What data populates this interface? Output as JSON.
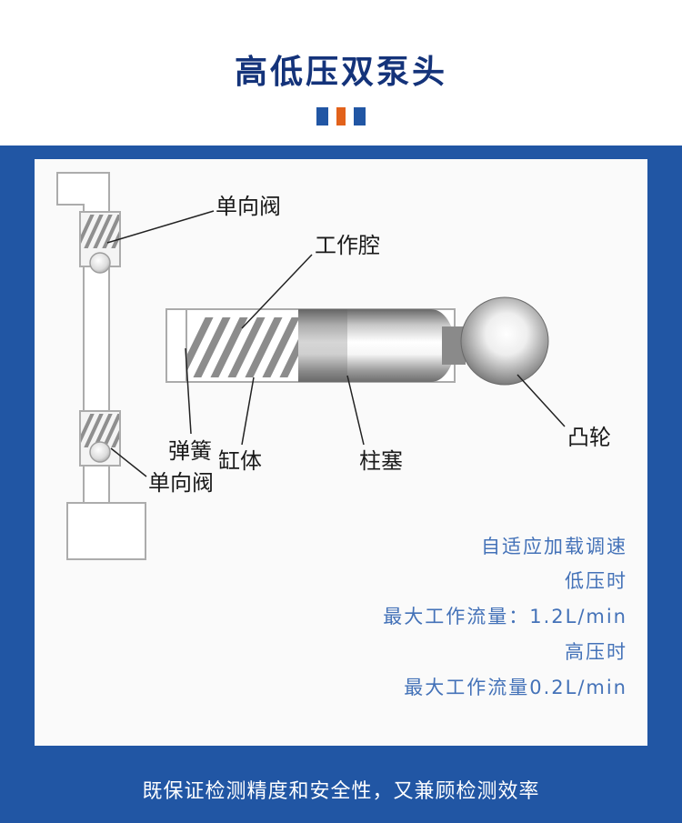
{
  "header": {
    "title": "高低压双泵头"
  },
  "diagram": {
    "labels": {
      "check_valve_top": "单向阀",
      "working_chamber": "工作腔",
      "spring": "弹簧",
      "cylinder_body": "缸体",
      "plunger": "柱塞",
      "check_valve_bottom": "单向阀",
      "cam": "凸轮"
    },
    "specs": [
      "自适应加载调速",
      "低压时",
      "最大工作流量：1.2L/min",
      "高压时",
      "最大工作流量0.2L/min"
    ]
  },
  "footer": {
    "caption": "既保证检测精度和安全性，又兼顾检测效率"
  },
  "colors": {
    "background_blue": "#2156a4",
    "title_navy": "#14337a",
    "accent_orange": "#e2621b",
    "spec_blue": "#4472b8",
    "diagram_line_gray": "#acacac"
  }
}
